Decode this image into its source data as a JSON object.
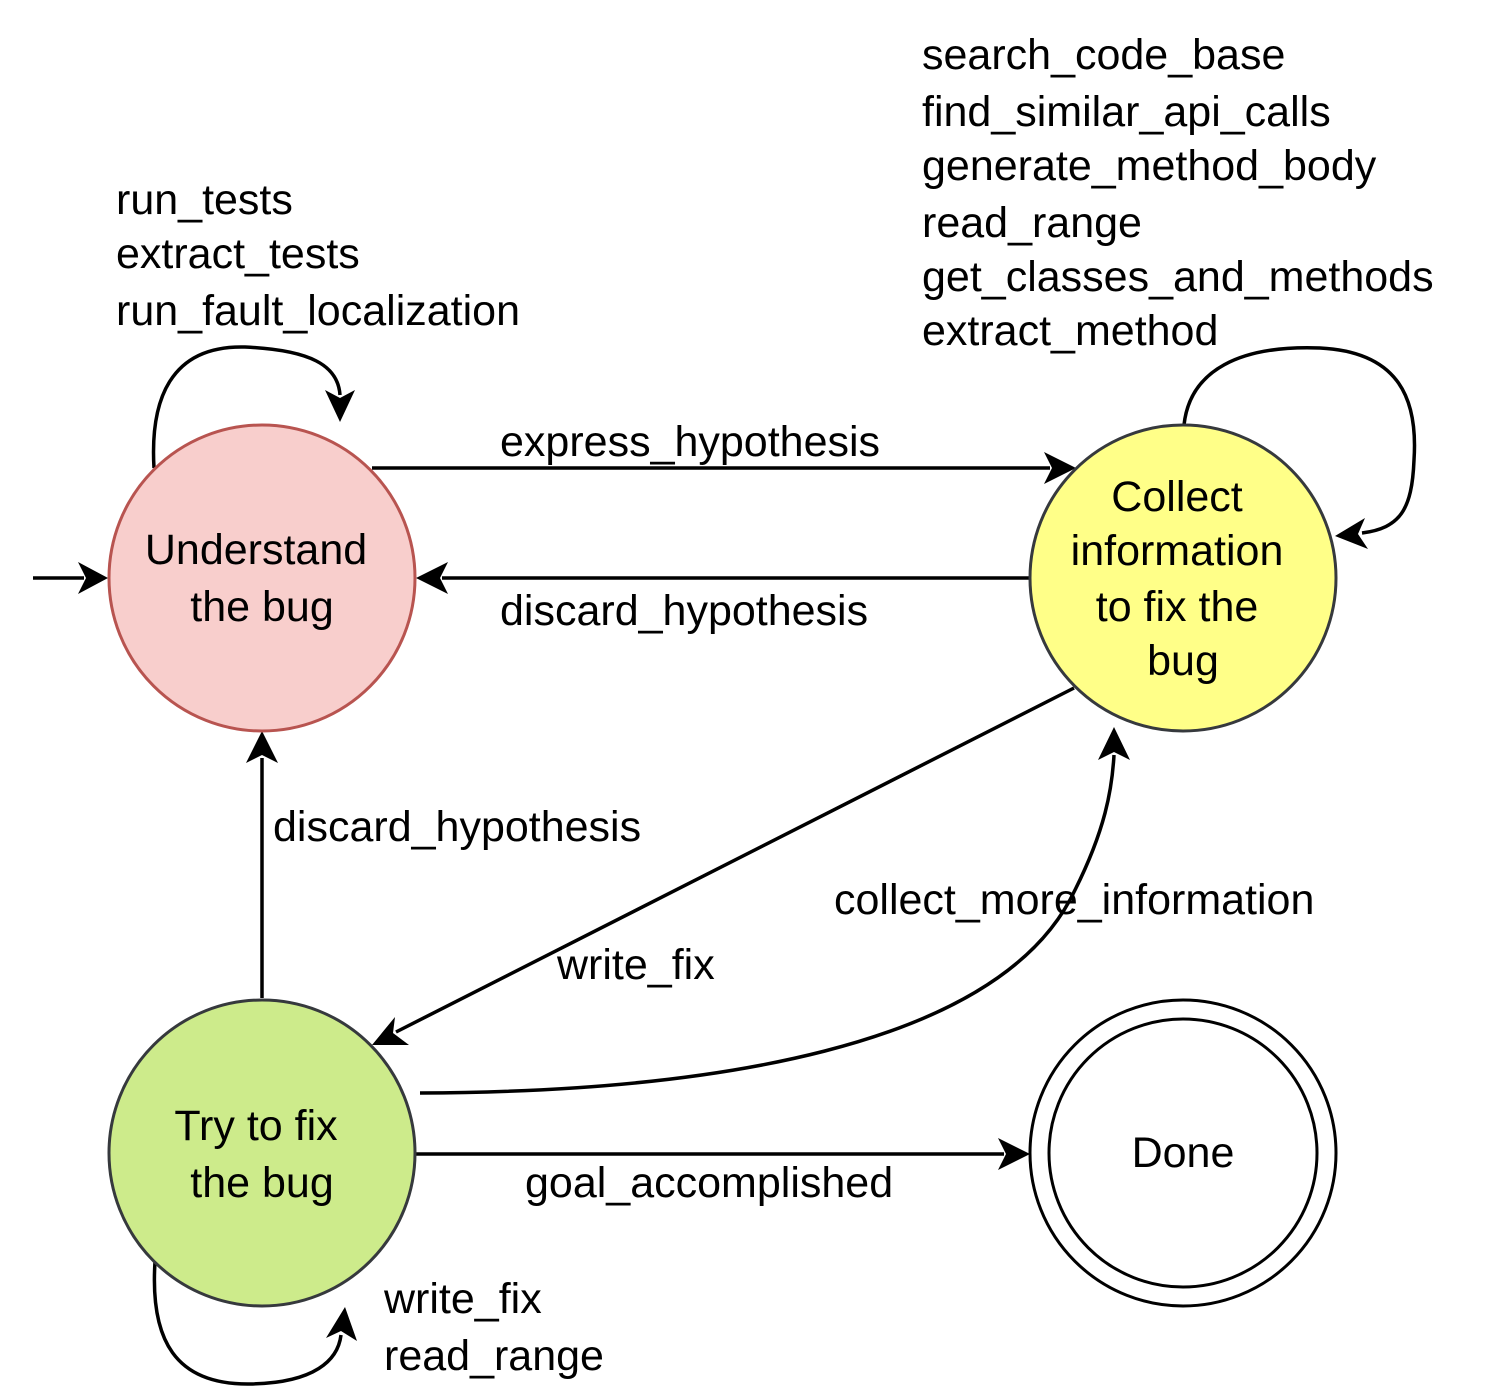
{
  "states": {
    "understand": {
      "lines": [
        "Understand",
        "the bug"
      ],
      "fill": "#f8cecc",
      "stroke": "#b85450"
    },
    "collect": {
      "lines": [
        "Collect",
        "information",
        "to fix the",
        "bug"
      ],
      "fill": "#ffff88",
      "stroke": "#36393d"
    },
    "try_fix": {
      "lines": [
        "Try to fix",
        "the bug"
      ],
      "fill": "#cdeb8b",
      "stroke": "#36393d"
    },
    "done": {
      "lines": [
        "Done"
      ],
      "fill": "#ffffff",
      "stroke": "#000000"
    }
  },
  "edges": {
    "understand_self": [
      "run_tests",
      "extract_tests",
      "run_fault_localization"
    ],
    "collect_self": [
      "search_code_base",
      "find_similar_api_calls",
      "generate_method_body",
      "read_range",
      "get_classes_and_methods",
      "extract_method"
    ],
    "try_fix_self": [
      "write_fix",
      "read_range"
    ],
    "understand_to_collect": "express_hypothesis",
    "collect_to_understand": "discard_hypothesis",
    "try_fix_to_understand": "discard_hypothesis",
    "collect_to_try_fix": "write_fix",
    "try_fix_to_collect": "collect_more_information",
    "try_fix_to_done": "goal_accomplished"
  }
}
